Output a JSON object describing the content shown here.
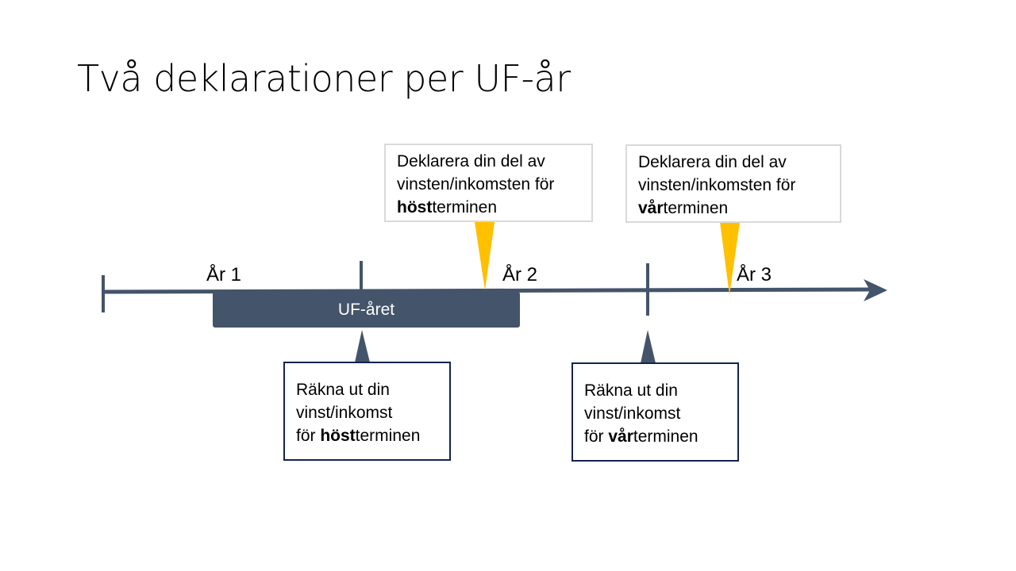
{
  "title": "Två deklarationer per UF-år",
  "timeline": {
    "years": [
      "År 1",
      "År 2",
      "År 3"
    ],
    "uf_bar_label": "UF-året"
  },
  "callouts": {
    "declare_autumn": {
      "line1": "Deklarera din del av",
      "line2": "vinsten/inkomsten för",
      "bold": "höst",
      "rest": "terminen"
    },
    "declare_spring": {
      "line1": "Deklarera din del av",
      "line2": "vinsten/inkomsten för",
      "bold": "vår",
      "rest": "terminen"
    },
    "calc_autumn": {
      "line1": "Räkna ut din",
      "line2": "vinst/inkomst",
      "prefix": "för ",
      "bold": "höst",
      "rest": "terminen"
    },
    "calc_spring": {
      "line1": "Räkna ut din",
      "line2": "vinst/inkomst",
      "prefix": "för ",
      "bold": "vår",
      "rest": "terminen"
    }
  },
  "colors": {
    "axis": "#44546a",
    "uf_bar": "#44546a",
    "pointer_yellow": "#ffc000",
    "pointer_dark": "#44546a",
    "bottom_box_border": "#13234f",
    "top_box_border": "#d9d9d9"
  }
}
